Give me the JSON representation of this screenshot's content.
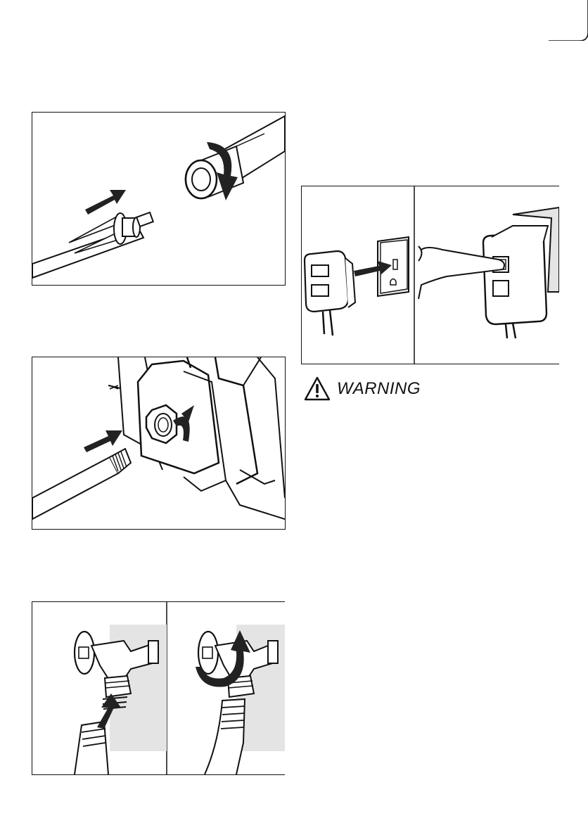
{
  "warning": {
    "label": "WARNING",
    "icon": "warning-triangle-icon"
  },
  "figures": {
    "fig1": "nozzle-attach-illustration",
    "fig2": "inlet-hose-attach-illustration",
    "fig3": "faucet-connect-illustration",
    "fig4": "gfci-plug-illustration"
  },
  "colors": {
    "ink": "#111111",
    "wall_gray": "#e4e4e4",
    "arrow": "#222222"
  }
}
